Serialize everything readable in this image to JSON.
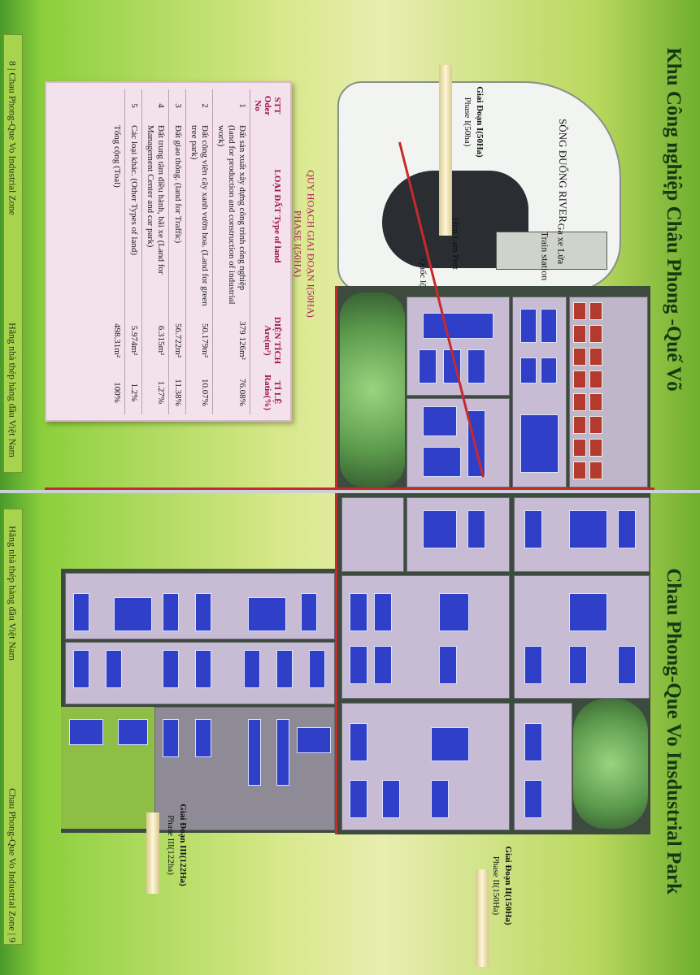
{
  "title_vn": "Khu Công nghiệp Châu Phong -Quế Võ",
  "title_en": "Chau Phong-Que Vo Insdustrial Park",
  "strip_left": {
    "page_label": "8 | Chau Phong-Que Vo Industrial Zone",
    "slogan": "Hãng nhà thép hàng đầu Việt Nam"
  },
  "strip_right": {
    "slogan": "Hãng nhà thép hàng đầu Việt Nam",
    "page_label": "Chau Phong-Que Vo Industrial Zone | 9"
  },
  "plan_title_line1": "QUY HOẠCH GIAI ĐOẠN I(50HA)",
  "plan_title_line2": "PHASE I(50HA)",
  "table": {
    "headers": {
      "no": "STT Oder No",
      "type": "LOẠI ĐẤT Type of land",
      "area": "DIỆN TÍCH Are(m²)",
      "ratio": "TỈ LỆ Ratio(%)"
    },
    "rows": [
      {
        "no": "1",
        "type": "Đất sản xuất xây dựng công trình công nghiệp (land for production and construction of industrial work)",
        "area": "379 126m²",
        "ratio": "76.08%"
      },
      {
        "no": "2",
        "type": "Đất công viên cây xanh vườn hoa. (Land for green tree park)",
        "area": "50.179m²",
        "ratio": "10.07%"
      },
      {
        "no": "3",
        "type": "Đất giao thông. (land for Traffic)",
        "area": "56.722m²",
        "ratio": "11.38%"
      },
      {
        "no": "4",
        "type": "Đất trung tâm điều hành, bãi xe (Land for Management Center and car park)",
        "area": "6.315m²",
        "ratio": "1.27%"
      },
      {
        "no": "5",
        "type": "Các loại khác. (Other Types of land)",
        "area": "5.974m²",
        "ratio": "1.2%"
      },
      {
        "no": "",
        "type": "Tổng cộng (Toal)",
        "area": "498.31m²",
        "ratio": "100%"
      }
    ]
  },
  "map_labels": {
    "river": "SÔNG ĐUỐNG RIVER",
    "port": "Hìm Lam Port",
    "station_vn": "Ga xe Lửa",
    "station_en": "Train station",
    "highway": "Quốc lộ 18"
  },
  "phases": {
    "phase1_vn": "Giai Đoạn I(50Ha)",
    "phase1_en": "Phase I(50ha)",
    "phase2_vn": "Giai Đoạn II(150Ha)",
    "phase2_en": "Phase II(150Ha)",
    "phase3_vn": "Giai Đoạn III(122Ha)",
    "phase3_en": "Phase III(122ha)"
  }
}
